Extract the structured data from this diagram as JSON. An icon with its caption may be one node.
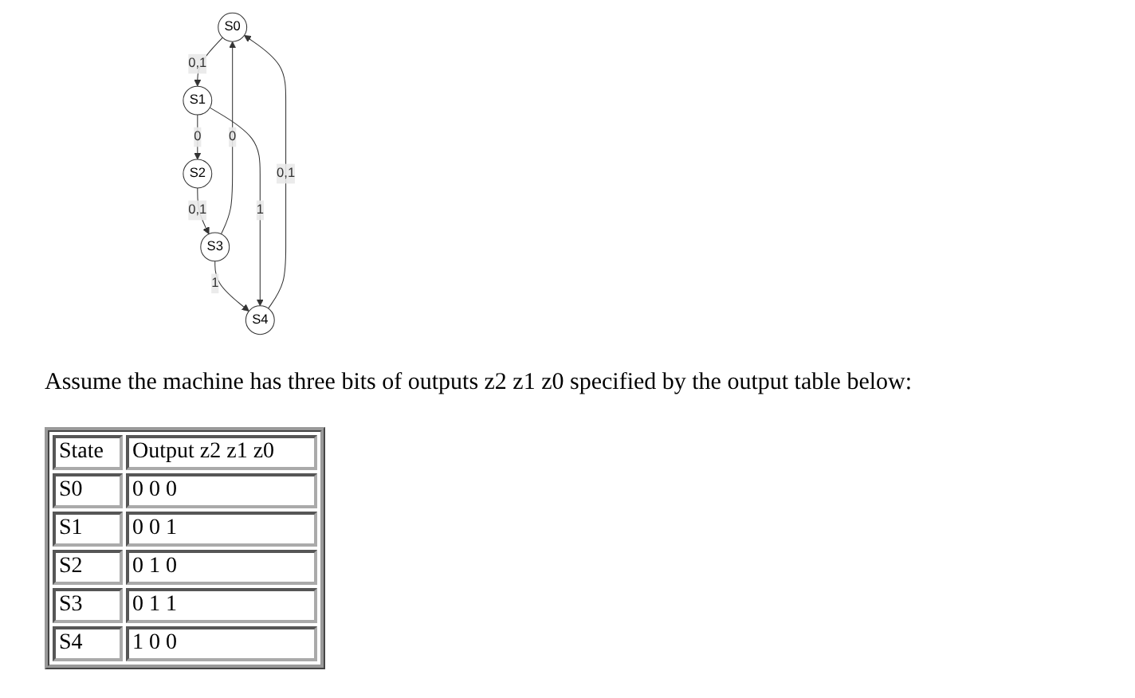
{
  "diagram": {
    "nodes": [
      {
        "text": [
          "S0"
        ]
      },
      {
        "text": [
          "S3"
        ]
      },
      {
        "text": [
          "S4"
        ]
      },
      {
        "text": [
          "S1"
        ]
      },
      {
        "text": [
          "S2"
        ]
      }
    ],
    "edges": [
      {
        "from": 1,
        "to": 0,
        "arrow": "to",
        "label": "0"
      },
      {
        "from": 2,
        "to": 0,
        "arrow": "to",
        "label": "0,1"
      },
      {
        "from": 0,
        "to": 3,
        "arrow": "to",
        "label": "0,1"
      },
      {
        "from": 1,
        "to": 2,
        "arrow": "to",
        "label": "1"
      },
      {
        "from": 3,
        "to": 2,
        "arrow": "to",
        "label": "1"
      },
      {
        "from": 3,
        "to": 4,
        "arrow": "to",
        "label": "0"
      },
      {
        "from": 4,
        "to": 1,
        "arrow": "to",
        "label": "0,1"
      }
    ],
    "labels": [
      "Assume the machine has three bits of outputs z2 z1 z0 specified by the output table below:",
      "State",
      "Output z2 z1 z0",
      "S0",
      "0 0 0",
      "S1",
      "0 0 1",
      "S2",
      "0 1 0",
      "S3",
      "0 1 1",
      "S4",
      "1 0 0"
    ]
  }
}
